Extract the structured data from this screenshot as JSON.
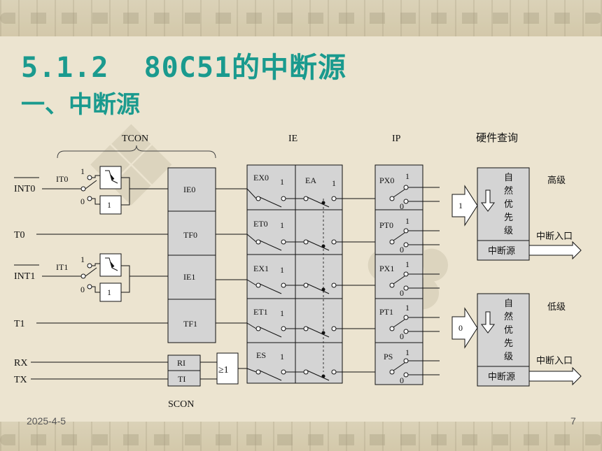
{
  "slide": {
    "title": "5.1.2  80C51的中断源",
    "subtitle": "一、中断源",
    "footer": {
      "date": "2025-4-5",
      "page": "7"
    }
  },
  "diagram": {
    "headers": {
      "tcon": "TCON",
      "ie": "IE",
      "ip": "IP",
      "hw_query": "硬件查询",
      "scon": "SCON"
    },
    "inputs": {
      "int0": "INT0",
      "t0": "T0",
      "int1": "INT1",
      "t1": "T1",
      "rx": "RX",
      "tx": "TX"
    },
    "trigger": {
      "it0": "IT0",
      "it1": "IT1",
      "one": "1",
      "zero": "0"
    },
    "flags": {
      "ie0": "IE0",
      "tf0": "TF0",
      "ie1": "IE1",
      "tf1": "TF1",
      "ri": "RI",
      "ti": "TI"
    },
    "or_gate": "≥1",
    "ie_bits": {
      "ex0": "EX0",
      "et0": "ET0",
      "ex1": "EX1",
      "et1": "ET1",
      "es": "ES",
      "ea": "EA"
    },
    "ip_bits": {
      "px0": "PX0",
      "pt0": "PT0",
      "px1": "PX1",
      "pt1": "PT1",
      "ps": "PS"
    },
    "priority": {
      "natural": "自然优先级",
      "high_level": "高级",
      "low_level": "低级",
      "high_value": "1",
      "low_value": "0",
      "source_box": "中断源",
      "entry": "中断入口"
    }
  }
}
